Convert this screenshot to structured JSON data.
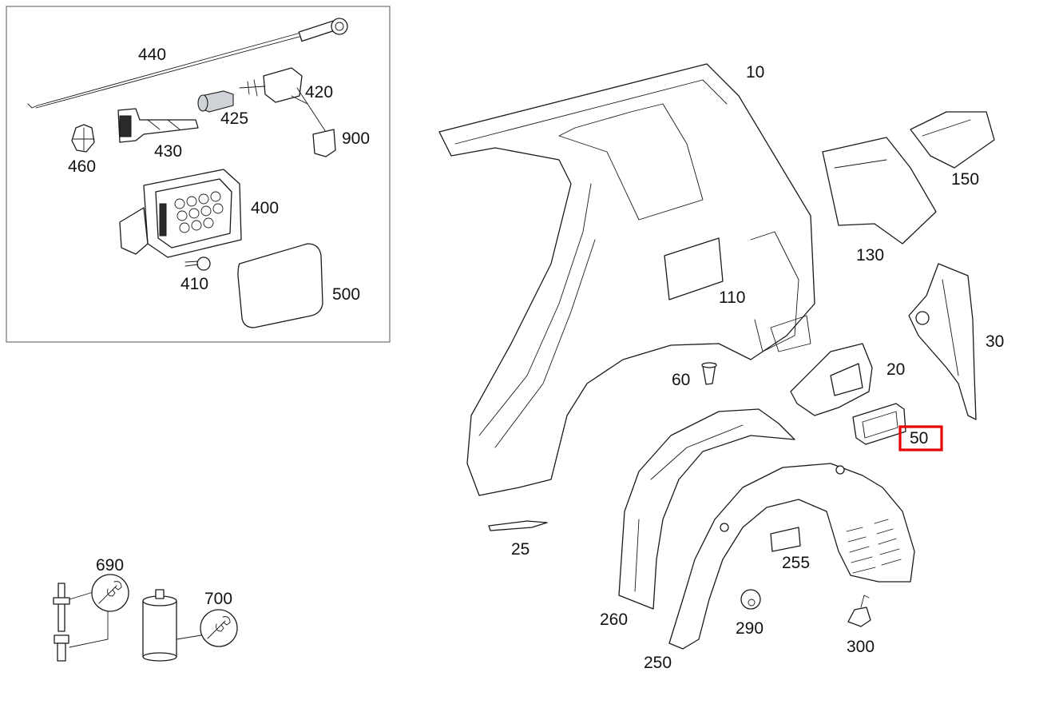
{
  "diagram": {
    "inset_callouts": [
      "440",
      "420",
      "425",
      "430",
      "460",
      "900",
      "400",
      "410",
      "500"
    ],
    "main_callouts": [
      "10",
      "150",
      "130",
      "110",
      "30",
      "20",
      "60",
      "50",
      "25",
      "255",
      "260",
      "290",
      "300",
      "250"
    ],
    "accessory_callouts": [
      "690",
      "700"
    ],
    "highlighted_part": "50",
    "highlight_color": "#e60000",
    "icons": [
      "wrench-icon"
    ]
  }
}
